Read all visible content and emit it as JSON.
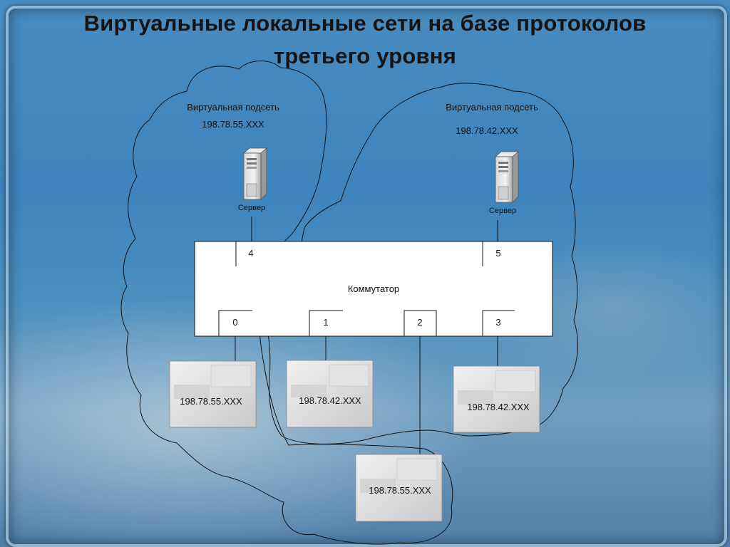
{
  "title_line1": "Виртуальные локальные сети на базе протоколов",
  "title_line2": "третьего уровня",
  "subnets": [
    {
      "caption": "Виртуальная подсеть",
      "address": "198.78.55.XXX"
    },
    {
      "caption": "Виртуальная подсеть",
      "address": "198.78.42.XXX"
    }
  ],
  "servers": [
    {
      "label": "Сервер"
    },
    {
      "label": "Сервер"
    }
  ],
  "switch": {
    "label": "Коммутатор",
    "ports": [
      "4",
      "5",
      "0",
      "1",
      "2",
      "3"
    ]
  },
  "hosts": [
    {
      "address": "198.78.55.XXX"
    },
    {
      "address": "198.78.42.XXX"
    },
    {
      "address": "198.78.42.XXX"
    },
    {
      "address": "198.78.55.XXX"
    }
  ]
}
